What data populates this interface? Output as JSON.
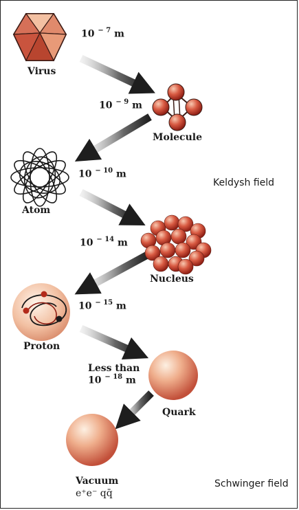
{
  "colors": {
    "sphere_light": "#f6d2b8",
    "sphere_mid": "#e2846a",
    "sphere_dark": "#b53a2a",
    "arrow_dark": "#2b2b2b",
    "arrow_light": "#b8b8b8"
  },
  "items": [
    {
      "name": "Virus",
      "size_base": "10",
      "size_exp": "− 7",
      "size_unit": "m",
      "icon": "virus-icon"
    },
    {
      "name": "Molecule",
      "size_base": "10",
      "size_exp": "− 9",
      "size_unit": "m",
      "icon": "molecule-icon"
    },
    {
      "name": "Atom",
      "size_base": "10",
      "size_exp": "− 10",
      "size_unit": "m",
      "icon": "atom-icon"
    },
    {
      "name": "Nucleus",
      "size_base": "10",
      "size_exp": "− 14",
      "size_unit": "m",
      "icon": "nucleus-icon"
    },
    {
      "name": "Proton",
      "size_base": "10",
      "size_exp": "− 15",
      "size_unit": "m",
      "icon": "proton-icon"
    },
    {
      "name": "Quark",
      "size_prefix": "Less than",
      "size_base": "10",
      "size_exp": "− 18",
      "size_unit": "m",
      "icon": "quark-icon"
    },
    {
      "name": "Vacuum",
      "sub": "e⁺e⁻ qq̄",
      "icon": "vacuum-sphere-icon"
    }
  ],
  "side_labels": {
    "keldysh": "Keldysh field",
    "schwinger": "Schwinger field"
  }
}
